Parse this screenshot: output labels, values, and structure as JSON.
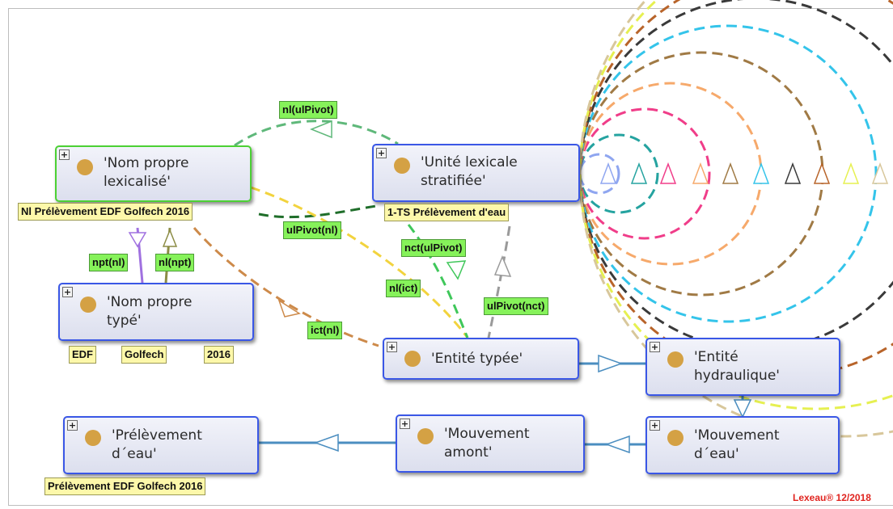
{
  "nodes": {
    "nom_propre_lexicalise": "'Nom propre\nlexicalisé'",
    "unite_lexicale_stratifiee": "'Unité lexicale\nstratifiée'",
    "nom_propre_type": "'Nom propre\ntypé'",
    "entite_typee": "'Entité typée'",
    "entite_hydraulique": "'Entité\nhydraulique'",
    "mouvement_eau": "'Mouvement\nd´eau'",
    "mouvement_amont": "'Mouvement\namont'",
    "prelevement_eau": "'Prélèvement\nd´eau'"
  },
  "expand_glyph": "+",
  "edge_labels": {
    "nl_ulpivot": "nl(ulPivot)",
    "ulpivot_nl": "ulPivot(nl)",
    "npt_nl": "npt(nl)",
    "nl_npt": "nl(npt)",
    "ict_nl": "ict(nl)",
    "nct_ulpivot": "nct(ulPivot)",
    "nl_ict": "nl(ict)",
    "ulpivot_nct": "ulPivot(nct)"
  },
  "instance_labels": {
    "nl_prelevement": "Nl Prélèvement EDF Golfech 2016",
    "ts_prelevement": "1-TS Prélèvement d'eau",
    "edf": "EDF",
    "golfech": "Golfech",
    "year": "2016",
    "prelevement_edf": "Prélèvement EDF Golfech 2016"
  },
  "footer": "Lexeau® 12/2018",
  "colors": {
    "node_border": "#3a57e6",
    "node_border_selected": "#4cd134",
    "node_dot": "#d4a144",
    "edge_label_green": "#86f25a",
    "instance_label_yellow": "#fdf8aa",
    "footer_red": "#e0241f"
  },
  "loop_colors": [
    "#8fa6f0",
    "#25a3a0",
    "#f03d89",
    "#f6a96b",
    "#a07a45",
    "#34c4ea",
    "#3a3a3a",
    "#b8642a",
    "#e6f051",
    "#d8c79b"
  ]
}
